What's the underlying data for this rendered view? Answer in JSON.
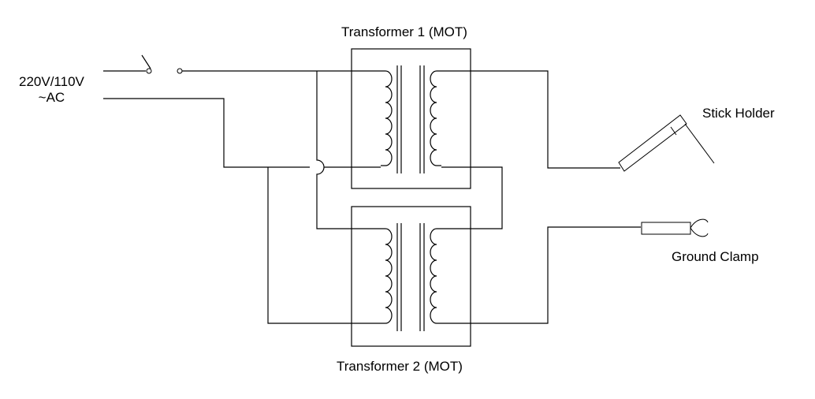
{
  "labels": {
    "transformer1": "Transformer 1 (MOT)",
    "transformer2": "Transformer 2 (MOT)",
    "source_line1": "220V/110V",
    "source_line2": "~AC",
    "stick_holder": "Stick Holder",
    "ground_clamp": "Ground Clamp"
  },
  "colors": {
    "line": "#000000",
    "background": "#ffffff"
  }
}
